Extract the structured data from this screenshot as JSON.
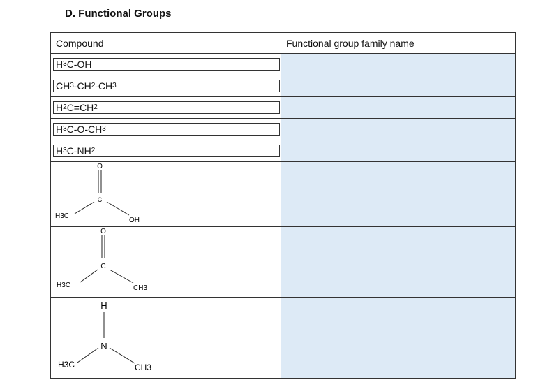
{
  "title": "D. Functional Groups",
  "table": {
    "headers": [
      "Compound",
      "Functional group family name"
    ],
    "rows": [
      {
        "compound": [
          "H",
          "3",
          "C-OH"
        ]
      },
      {
        "compound": [
          "CH",
          "3",
          "-CH",
          "2",
          "-CH",
          "3"
        ]
      },
      {
        "compound": [
          "H",
          "2",
          "C=CH",
          "2"
        ]
      },
      {
        "compound": [
          "H",
          "3",
          "C-O-CH",
          "3"
        ]
      },
      {
        "compound": [
          "H",
          "3",
          "C-NH",
          "2"
        ]
      }
    ],
    "answer_color": "#ddeaf6"
  },
  "structures": {
    "carboxylic_acid": {
      "o": "O",
      "c": "C",
      "left": "H3C",
      "right": "OH"
    },
    "ketone": {
      "o": "O",
      "c": "C",
      "left": "H3C",
      "right": "CH3"
    },
    "amine": {
      "h": "H",
      "n": "N",
      "left": "H3C",
      "right": "CH3"
    }
  }
}
